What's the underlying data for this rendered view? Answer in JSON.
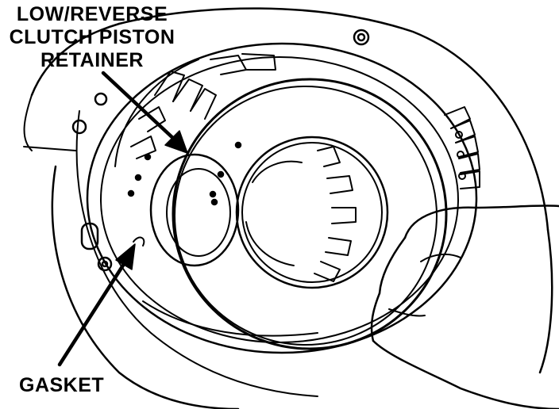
{
  "labels": {
    "piston_retainer": [
      "LOW/REVERSE",
      "CLUTCH PISTON",
      "RETAINER"
    ],
    "gasket": "GASKET"
  },
  "colors": {
    "ink": "#000000",
    "paper": "#ffffff"
  }
}
